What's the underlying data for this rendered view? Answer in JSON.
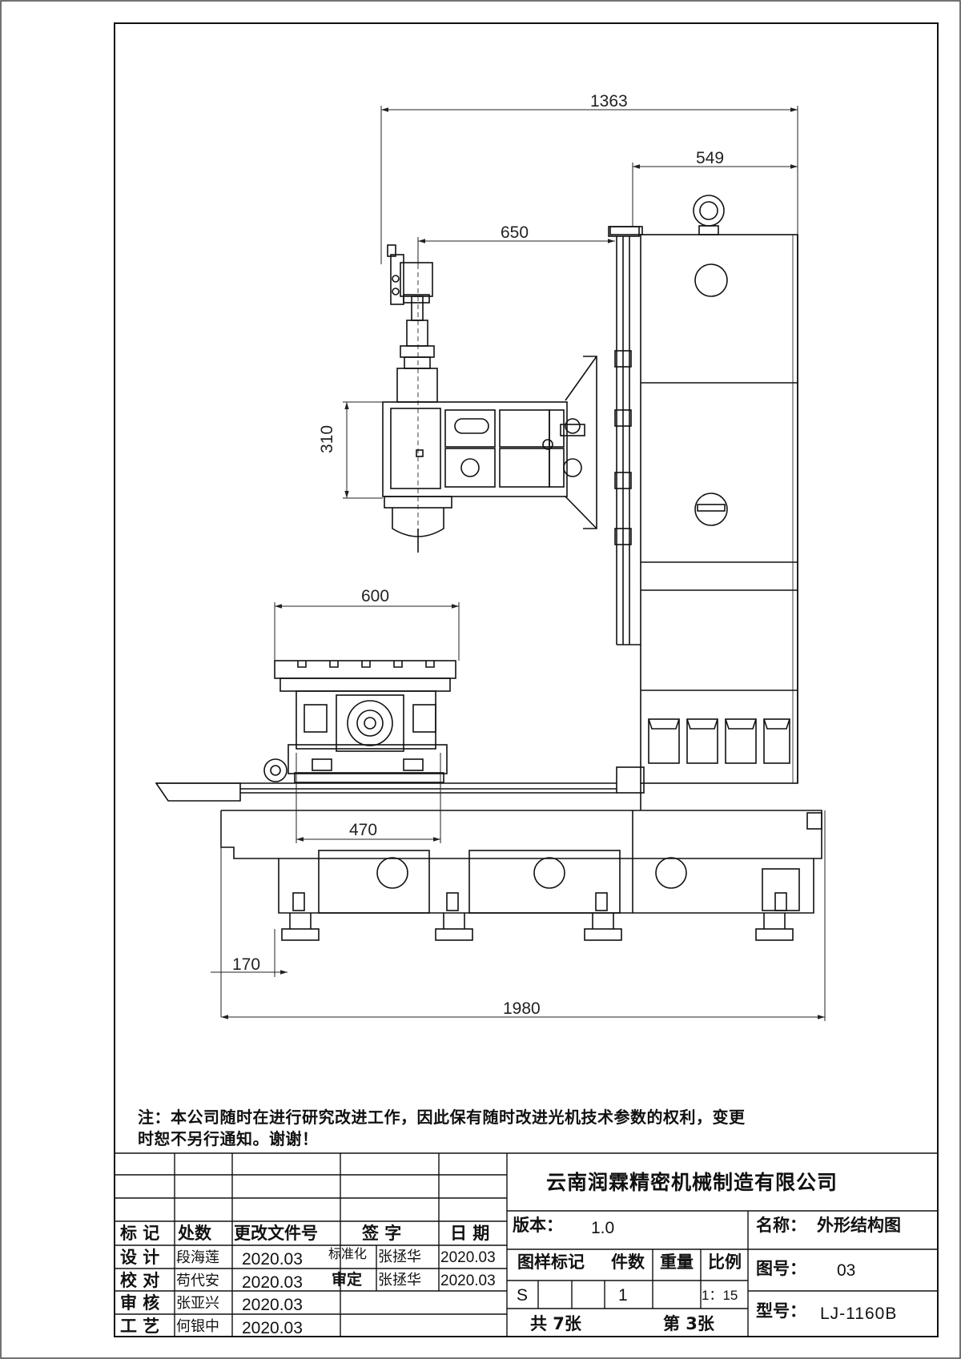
{
  "dimensions": {
    "overall_height_span": "1363",
    "column_depth": "549",
    "spindle_to_column": "650",
    "headstock_height": "310",
    "table_width": "600",
    "saddle_travel": "470",
    "base_overhang": "170",
    "base_length": "1980"
  },
  "note": {
    "line1": "注：本公司随时在进行研究改进工作，因此保有随时改进光机技术参数的权利，变更",
    "line2": "时恕不另行通知。谢谢！"
  },
  "title_block": {
    "company": "云南润霖精密机械制造有限公司",
    "headers": {
      "mark": "标 记",
      "count": "处数",
      "doc_no": "更改文件号",
      "signature": "签 字",
      "date": "日 期"
    },
    "rows": [
      {
        "role": "设 计",
        "name": "段海莲",
        "date": "2020.03"
      },
      {
        "role": "校 对",
        "name": "苟代安",
        "date": "2020.03"
      },
      {
        "role": "审 核",
        "name": "张亚兴",
        "date": "2020.03"
      },
      {
        "role": "工 艺",
        "name": "何银中",
        "date": "2020.03"
      }
    ],
    "standardization": {
      "label": "标准化",
      "name": "张拯华",
      "date": "2020.03"
    },
    "approval": {
      "label": "审定",
      "name": "张拯华",
      "date": "2020.03"
    },
    "version_label": "版本：",
    "version_value": "1.0",
    "name_label": "名称：",
    "name_value": "外形结构图",
    "col_headers": {
      "pattern_mark": "图样标记",
      "quantity": "件数",
      "weight": "重量",
      "scale": "比例"
    },
    "pattern_mark_value": "S",
    "quantity_value": "1",
    "scale_value": "1：15",
    "drawing_no_label": "图号：",
    "drawing_no_value": "03",
    "model_label": "型号：",
    "model_value": "LJ-1160B",
    "total_sheets": "共 7张",
    "sheet_no": "第 3张"
  }
}
